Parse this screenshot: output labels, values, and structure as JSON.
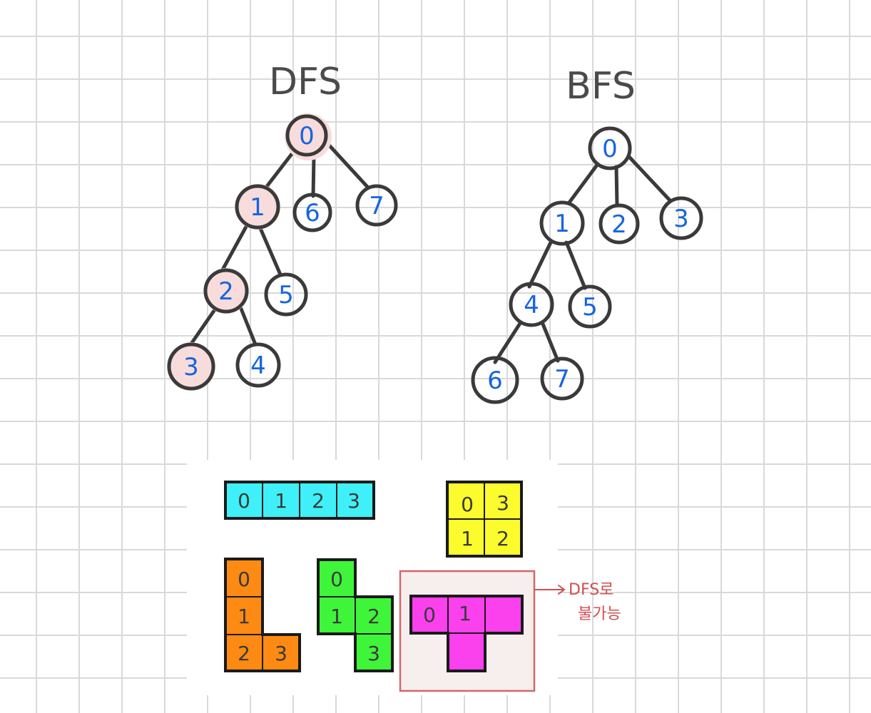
{
  "dfs": {
    "title": "DFS",
    "nodes": [
      "0",
      "1",
      "6",
      "7",
      "2",
      "5",
      "3",
      "4"
    ],
    "highlighted": [
      "0",
      "1",
      "2",
      "3"
    ]
  },
  "bfs": {
    "title": "BFS",
    "nodes": [
      "0",
      "1",
      "2",
      "3",
      "4",
      "5",
      "6",
      "7"
    ]
  },
  "tetrominoes": {
    "i_piece": {
      "color": "#3ff0f8",
      "cells": [
        "0",
        "1",
        "2",
        "3"
      ]
    },
    "o_piece": {
      "color": "#fbfb2e",
      "cells": [
        "0",
        "3",
        "1",
        "2"
      ]
    },
    "l_piece": {
      "color": "#fd8a12",
      "cells": [
        "0",
        "1",
        "2",
        "3"
      ]
    },
    "s_piece": {
      "color": "#3ff53a",
      "cells": [
        "0",
        "1",
        "2",
        "3"
      ]
    },
    "t_piece": {
      "color": "#fb40ee",
      "cells": [
        "0",
        "1"
      ]
    }
  },
  "annotation": {
    "line1": "DFS로",
    "line2": "불가능",
    "color": "#d05050"
  },
  "colors": {
    "node_stroke": "#3a3a3a",
    "node_number": "#1565e0",
    "highlight": "#f8dcdc"
  }
}
